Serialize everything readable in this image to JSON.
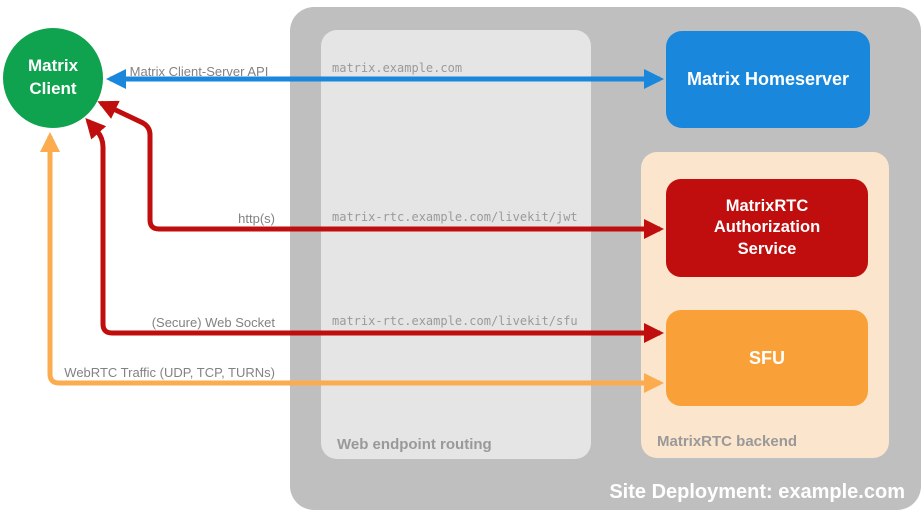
{
  "colors": {
    "outer_container_gray": "#bfbfbf",
    "routing_box_gray": "#e5e5e5",
    "backend_box_peach": "#fce5cd",
    "client_green": "#0fa24f",
    "homeserver_blue": "#1987dc",
    "auth_red": "#c00d0d",
    "sfu_orange": "#f9a138",
    "webrtc_arrow_orange": "#fbac4f",
    "connection_label_gray": "#828282",
    "route_label_gray": "#9a9a9a",
    "container_label_gray": "#999999",
    "title_white": "#ffffff"
  },
  "nodes": {
    "client": {
      "label": "Matrix Client"
    },
    "homeserver": {
      "label": "Matrix Homeserver"
    },
    "auth_service": {
      "label": "MatrixRTC Authorization Service"
    },
    "sfu": {
      "label": "SFU"
    }
  },
  "containers": {
    "site_deployment": {
      "label": "Site Deployment: example.com"
    },
    "web_endpoint_routing": {
      "label": "Web endpoint routing"
    },
    "matrixrtc_backend": {
      "label": "MatrixRTC backend"
    }
  },
  "connections": [
    {
      "protocol": "Matrix Client-Server API",
      "route": "matrix.example.com",
      "from": "Matrix Client",
      "to": "Matrix Homeserver"
    },
    {
      "protocol": "http(s)",
      "route": "matrix-rtc.example.com/livekit/jwt",
      "from": "Matrix Client",
      "to": "MatrixRTC Authorization Service"
    },
    {
      "protocol": "(Secure) Web Socket",
      "route": "matrix-rtc.example.com/livekit/sfu",
      "from": "Matrix Client",
      "to": "SFU"
    },
    {
      "protocol": "WebRTC Traffic (UDP, TCP, TURNs)",
      "route": "",
      "from": "Matrix Client",
      "to": "SFU"
    }
  ]
}
